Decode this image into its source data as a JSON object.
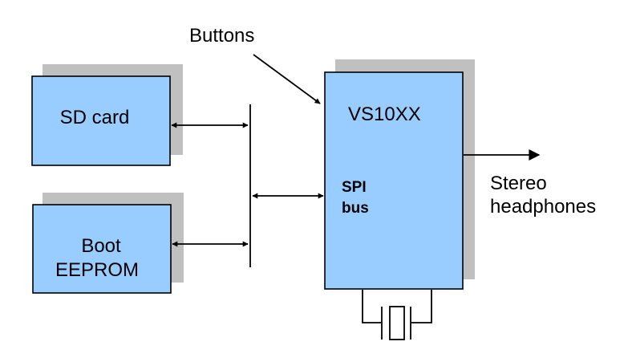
{
  "blocks": {
    "sd_card": "SD card",
    "boot_eeprom": [
      "Boot",
      "EEPROM"
    ],
    "vs10xx": "VS10XX",
    "spi_bus": [
      "SPI",
      "bus"
    ]
  },
  "labels": {
    "buttons": "Buttons",
    "output": [
      "Stereo",
      "headphones"
    ]
  },
  "colors": {
    "block_fill": "#99ccff",
    "shadow": "#c0c0c0",
    "line": "#000000"
  },
  "icons": {
    "crystal": "crystal-oscillator-icon"
  }
}
